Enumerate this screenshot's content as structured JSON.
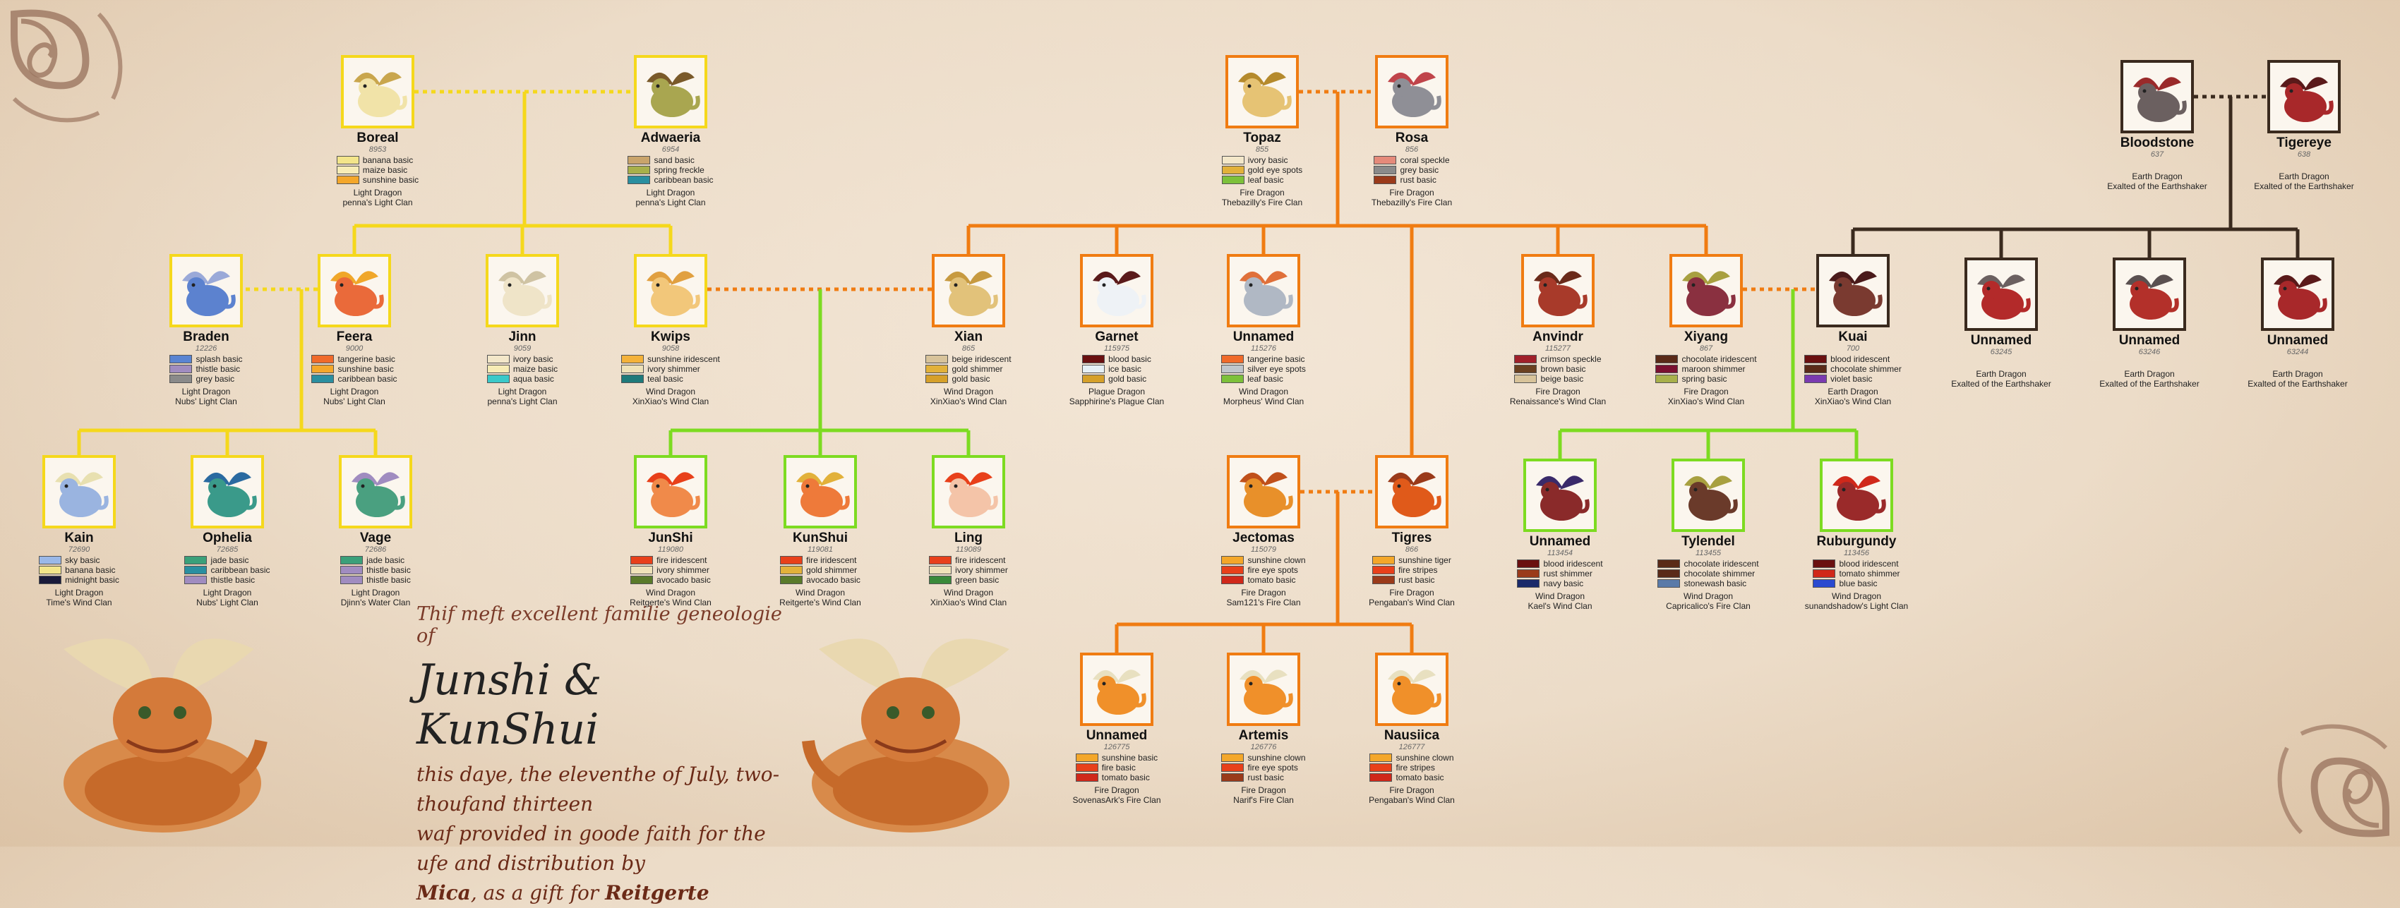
{
  "header": {
    "line1": "Thif meft excellent familie geneologie of",
    "names": "Junshi & KunShui",
    "line2": "this daye, the eleventhe of July, two-thoufand thirteen",
    "line3": "waf provided in goode faith for the ufe and distribution by",
    "line4_name": "Mica",
    "line4_mid": ", as a gift for ",
    "line4_gift": "Reitgerte"
  },
  "colors": {
    "yellow": "#f5d81c",
    "orange": "#f07c12",
    "green": "#7ddb21",
    "brown": "#3a2a1e"
  },
  "dragons": [
    {
      "key": "boreal",
      "name": "Boreal",
      "id": "8953",
      "genes": [
        [
          "banana basic",
          "#f3e58a"
        ],
        [
          "maize basic",
          "#f7ecb5"
        ],
        [
          "sunshine basic",
          "#f4a72a"
        ]
      ],
      "type": "Light Dragon",
      "clan": "penna's Light Clan",
      "border": "yellow",
      "body": "#f1e3a8",
      "accent": "#c9a64d"
    },
    {
      "key": "adwaeria",
      "name": "Adwaeria",
      "id": "6954",
      "genes": [
        [
          "sand basic",
          "#c9a46b"
        ],
        [
          "spring freckle",
          "#a8b04a"
        ],
        [
          "caribbean basic",
          "#2a8fa0"
        ]
      ],
      "type": "Light Dragon",
      "clan": "penna's Light Clan",
      "border": "yellow",
      "body": "#a9a650",
      "accent": "#7a5a2a"
    },
    {
      "key": "topaz",
      "name": "Topaz",
      "id": "855",
      "genes": [
        [
          "ivory basic",
          "#f3e7c9"
        ],
        [
          "gold eye spots",
          "#e2b13a"
        ],
        [
          "leaf basic",
          "#7dc13a"
        ]
      ],
      "type": "Fire Dragon",
      "clan": "Thebazilly's Fire Clan",
      "border": "orange",
      "body": "#e6c374",
      "accent": "#b58a2c"
    },
    {
      "key": "rosa",
      "name": "Rosa",
      "id": "856",
      "genes": [
        [
          "coral speckle",
          "#e58a7a"
        ],
        [
          "grey basic",
          "#8a8a8a"
        ],
        [
          "rust basic",
          "#9a3a1a"
        ]
      ],
      "type": "Fire Dragon",
      "clan": "Thebazilly's Fire Clan",
      "border": "orange",
      "body": "#8f8f96",
      "accent": "#c0444a"
    },
    {
      "key": "bloodstone",
      "name": "Bloodstone",
      "id": "637",
      "genes": [],
      "type": "Earth Dragon",
      "clan": "Exalted of the Earthshaker",
      "border": "brown",
      "body": "#6b6060",
      "accent": "#9a2a2a"
    },
    {
      "key": "tigereye",
      "name": "Tigereye",
      "id": "638",
      "genes": [],
      "type": "Earth Dragon",
      "clan": "Exalted of the Earthshaker",
      "border": "brown",
      "body": "#a8282a",
      "accent": "#5a1a1a"
    },
    {
      "key": "braden",
      "name": "Braden",
      "id": "12226",
      "genes": [
        [
          "splash basic",
          "#5a84d2"
        ],
        [
          "thistle basic",
          "#a08cc0"
        ],
        [
          "grey basic",
          "#8a8a8a"
        ]
      ],
      "type": "Light Dragon",
      "clan": "Nubs' Light Clan",
      "border": "yellow",
      "body": "#5c82cf",
      "accent": "#9aa9d8"
    },
    {
      "key": "feera",
      "name": "Feera",
      "id": "9000",
      "genes": [
        [
          "tangerine basic",
          "#f06a2a"
        ],
        [
          "sunshine basic",
          "#f4a72a"
        ],
        [
          "caribbean basic",
          "#2a8fa0"
        ]
      ],
      "type": "Light Dragon",
      "clan": "Nubs' Light Clan",
      "border": "yellow",
      "body": "#ea6a3a",
      "accent": "#f0a72a"
    },
    {
      "key": "jinn",
      "name": "Jinn",
      "id": "9059",
      "genes": [
        [
          "ivory basic",
          "#f3e7c9"
        ],
        [
          "maize basic",
          "#f7ecb5"
        ],
        [
          "aqua basic",
          "#3ac9c9"
        ]
      ],
      "type": "Light Dragon",
      "clan": "penna's Light Clan",
      "border": "yellow",
      "body": "#efe4c8",
      "accent": "#cfc3a3"
    },
    {
      "key": "kwips",
      "name": "Kwips",
      "id": "9058",
      "genes": [
        [
          "sunshine iridescent",
          "#f4b23a"
        ],
        [
          "ivory shimmer",
          "#efe2b8"
        ],
        [
          "teal basic",
          "#1e7a7a"
        ]
      ],
      "type": "Wind Dragon",
      "clan": "XinXiao's Wind Clan",
      "border": "yellow",
      "body": "#f2c77a",
      "accent": "#e1a040"
    },
    {
      "key": "xian",
      "name": "Xian",
      "id": "865",
      "genes": [
        [
          "beige iridescent",
          "#d8c39a"
        ],
        [
          "gold shimmer",
          "#e2b13a"
        ],
        [
          "gold basic",
          "#d6a02a"
        ]
      ],
      "type": "Wind Dragon",
      "clan": "XinXiao's Wind Clan",
      "border": "orange",
      "body": "#e2c27a",
      "accent": "#c79a40"
    },
    {
      "key": "garnet",
      "name": "Garnet",
      "id": "115975",
      "genes": [
        [
          "blood basic",
          "#6a1010"
        ],
        [
          "ice basic",
          "#e6f0f6"
        ],
        [
          "gold basic",
          "#d6a02a"
        ]
      ],
      "type": "Plague Dragon",
      "clan": "Sapphirine's Plague Clan",
      "border": "orange",
      "body": "#eef2f6",
      "accent": "#5a1a1a"
    },
    {
      "key": "unnamed_m",
      "name": "Unnamed",
      "id": "115276",
      "genes": [
        [
          "tangerine basic",
          "#f06a2a"
        ],
        [
          "silver eye spots",
          "#c0c6cc"
        ],
        [
          "leaf basic",
          "#7dc13a"
        ]
      ],
      "type": "Wind Dragon",
      "clan": "Morpheus' Wind Clan",
      "border": "orange",
      "body": "#b0b8c4",
      "accent": "#e0703a"
    },
    {
      "key": "anvindr",
      "name": "Anvindr",
      "id": "115277",
      "genes": [
        [
          "crimson speckle",
          "#a0202a"
        ],
        [
          "brown basic",
          "#6a4020"
        ],
        [
          "beige basic",
          "#d8c39a"
        ]
      ],
      "type": "Fire Dragon",
      "clan": "Renaissance's Wind Clan",
      "border": "orange",
      "body": "#a83a2a",
      "accent": "#6a2a1a"
    },
    {
      "key": "xiyang",
      "name": "Xiyang",
      "id": "867",
      "genes": [
        [
          "chocolate iridescent",
          "#5a2a18"
        ],
        [
          "maroon shimmer",
          "#7a1030"
        ],
        [
          "spring basic",
          "#a8b04a"
        ]
      ],
      "type": "Fire Dragon",
      "clan": "XinXiao's Wind Clan",
      "border": "orange",
      "body": "#8a3040",
      "accent": "#a8a040"
    },
    {
      "key": "kuai",
      "name": "Kuai",
      "id": "700",
      "genes": [
        [
          "blood iridescent",
          "#6a1010"
        ],
        [
          "chocolate shimmer",
          "#5a2a18"
        ],
        [
          "violet basic",
          "#7a3ab0"
        ]
      ],
      "type": "Earth Dragon",
      "clan": "XinXiao's Wind Clan",
      "border": "brown",
      "body": "#7a3a30",
      "accent": "#4a1a1a"
    },
    {
      "key": "unnamed_e1",
      "name": "Unnamed",
      "id": "63245",
      "genes": [],
      "type": "Earth Dragon",
      "clan": "Exalted of the Earthshaker",
      "border": "brown",
      "body": "#b32a2a",
      "accent": "#6b6060"
    },
    {
      "key": "unnamed_e2",
      "name": "Unnamed",
      "id": "63246",
      "genes": [],
      "type": "Earth Dragon",
      "clan": "Exalted of the Earthshaker",
      "border": "brown",
      "body": "#b3302a",
      "accent": "#5a5050"
    },
    {
      "key": "unnamed_e3",
      "name": "Unnamed",
      "id": "63244",
      "genes": [],
      "type": "Earth Dragon",
      "clan": "Exalted of the Earthshaker",
      "border": "brown",
      "body": "#a8282a",
      "accent": "#5a1a1a"
    },
    {
      "key": "kain",
      "name": "Kain",
      "id": "72690",
      "genes": [
        [
          "sky basic",
          "#9ab8e8"
        ],
        [
          "banana basic",
          "#f3e58a"
        ],
        [
          "midnight basic",
          "#1a1a3a"
        ]
      ],
      "type": "Light Dragon",
      "clan": "Time's Wind Clan",
      "border": "yellow",
      "body": "#9ab4e0",
      "accent": "#e8e0b0"
    },
    {
      "key": "ophelia",
      "name": "Ophelia",
      "id": "72685",
      "genes": [
        [
          "jade basic",
          "#3aa07a"
        ],
        [
          "caribbean basic",
          "#2a8fa0"
        ],
        [
          "thistle basic",
          "#a08cc0"
        ]
      ],
      "type": "Light Dragon",
      "clan": "Nubs' Light Clan",
      "border": "yellow",
      "body": "#3a9a8a",
      "accent": "#2a6aa0"
    },
    {
      "key": "vage",
      "name": "Vage",
      "id": "72686",
      "genes": [
        [
          "jade basic",
          "#3aa07a"
        ],
        [
          "thistle basic",
          "#a08cc0"
        ],
        [
          "thistle basic",
          "#a08cc0"
        ]
      ],
      "type": "Light Dragon",
      "clan": "Djinn's Water Clan",
      "border": "yellow",
      "body": "#4aa080",
      "accent": "#a08cc0"
    },
    {
      "key": "junshi",
      "name": "JunShi",
      "id": "119080",
      "genes": [
        [
          "fire iridescent",
          "#e8401a"
        ],
        [
          "ivory shimmer",
          "#efe2b8"
        ],
        [
          "avocado basic",
          "#5a7a2a"
        ]
      ],
      "type": "Wind Dragon",
      "clan": "Reitgerte's Wind Clan",
      "border": "green",
      "body": "#f08a4a",
      "accent": "#e8401a"
    },
    {
      "key": "kunshui",
      "name": "KunShui",
      "id": "119081",
      "genes": [
        [
          "fire iridescent",
          "#e8401a"
        ],
        [
          "gold shimmer",
          "#e2b13a"
        ],
        [
          "avocado basic",
          "#5a7a2a"
        ]
      ],
      "type": "Wind Dragon",
      "clan": "Reitgerte's Wind Clan",
      "border": "green",
      "body": "#ee7a3a",
      "accent": "#e2b13a"
    },
    {
      "key": "ling",
      "name": "Ling",
      "id": "119089",
      "genes": [
        [
          "fire iridescent",
          "#e8401a"
        ],
        [
          "ivory shimmer",
          "#efe2b8"
        ],
        [
          "green basic",
          "#3a8a3a"
        ]
      ],
      "type": "Wind Dragon",
      "clan": "XinXiao's Wind Clan",
      "border": "green",
      "body": "#f4c4a8",
      "accent": "#e8401a"
    },
    {
      "key": "jectomas",
      "name": "Jectomas",
      "id": "115079",
      "genes": [
        [
          "sunshine clown",
          "#f4a72a"
        ],
        [
          "fire eye spots",
          "#e8401a"
        ],
        [
          "tomato basic",
          "#d0281a"
        ]
      ],
      "type": "Fire Dragon",
      "clan": "Sam121's Fire Clan",
      "border": "orange",
      "body": "#e8902a",
      "accent": "#c0501a"
    },
    {
      "key": "tigres",
      "name": "Tigres",
      "id": "866",
      "genes": [
        [
          "sunshine tiger",
          "#f4a72a"
        ],
        [
          "fire stripes",
          "#e8401a"
        ],
        [
          "rust basic",
          "#9a3a1a"
        ]
      ],
      "type": "Fire Dragon",
      "clan": "Pengaban's Wind Clan",
      "border": "orange",
      "body": "#e05a1a",
      "accent": "#9a3a1a"
    },
    {
      "key": "unnamed_w",
      "name": "Unnamed",
      "id": "113454",
      "genes": [
        [
          "blood iridescent",
          "#6a1010"
        ],
        [
          "rust shimmer",
          "#9a3a1a"
        ],
        [
          "navy basic",
          "#1a2a6a"
        ]
      ],
      "type": "Wind Dragon",
      "clan": "Kael's Wind Clan",
      "border": "green",
      "body": "#8a2a2a",
      "accent": "#3a2a6a"
    },
    {
      "key": "tylendel",
      "name": "Tylendel",
      "id": "113455",
      "genes": [
        [
          "chocolate iridescent",
          "#5a2a18"
        ],
        [
          "chocolate shimmer",
          "#5a2a18"
        ],
        [
          "stonewash basic",
          "#5a7aa8"
        ]
      ],
      "type": "Wind Dragon",
      "clan": "Capricalico's Fire Clan",
      "border": "green",
      "body": "#6a3a2a",
      "accent": "#a8a040"
    },
    {
      "key": "ruburgundy",
      "name": "Ruburgundy",
      "id": "113456",
      "genes": [
        [
          "blood iridescent",
          "#6a1010"
        ],
        [
          "tomato shimmer",
          "#d0281a"
        ],
        [
          "blue basic",
          "#2a4ad0"
        ]
      ],
      "type": "Wind Dragon",
      "clan": "sunandshadow's Light Clan",
      "border": "green",
      "body": "#9a2a2a",
      "accent": "#d0281a"
    },
    {
      "key": "unnamed_f",
      "name": "Unnamed",
      "id": "126775",
      "genes": [
        [
          "sunshine basic",
          "#f4a72a"
        ],
        [
          "fire basic",
          "#e8401a"
        ],
        [
          "tomato basic",
          "#d0281a"
        ]
      ],
      "type": "Fire Dragon",
      "clan": "SovenasArk's Fire Clan",
      "border": "orange",
      "body": "#f0902a",
      "accent": "#e8e0c0"
    },
    {
      "key": "artemis",
      "name": "Artemis",
      "id": "126776",
      "genes": [
        [
          "sunshine clown",
          "#f4a72a"
        ],
        [
          "fire eye spots",
          "#e8401a"
        ],
        [
          "rust basic",
          "#9a3a1a"
        ]
      ],
      "type": "Fire Dragon",
      "clan": "Narif's Fire Clan",
      "border": "orange",
      "body": "#f0902a",
      "accent": "#e8e0c0"
    },
    {
      "key": "nausiica",
      "name": "Nausiica",
      "id": "126777",
      "genes": [
        [
          "sunshine clown",
          "#f4a72a"
        ],
        [
          "fire stripes",
          "#e8401a"
        ],
        [
          "tomato basic",
          "#d0281a"
        ]
      ],
      "type": "Fire Dragon",
      "clan": "Pengaban's Wind Clan",
      "border": "orange",
      "body": "#f0902a",
      "accent": "#e8e0c0"
    }
  ]
}
